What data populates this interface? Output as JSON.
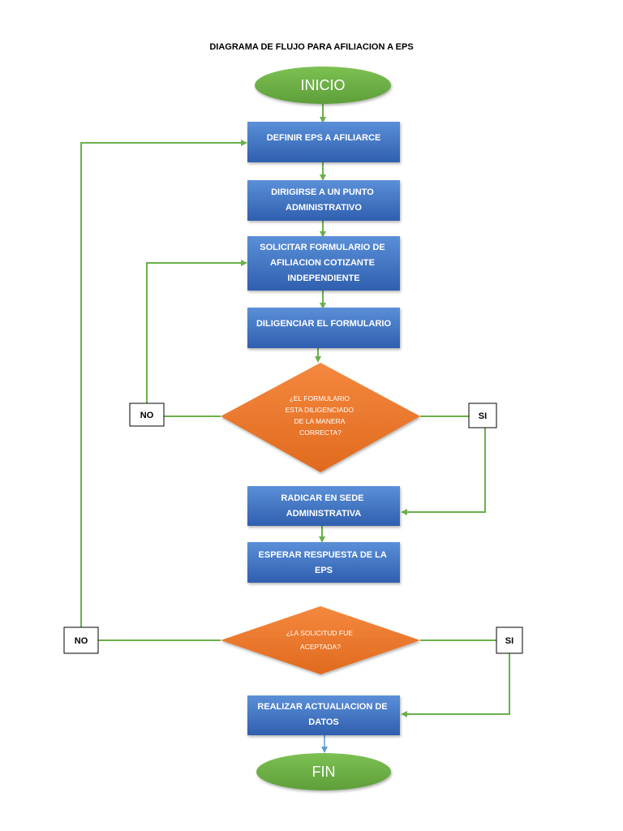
{
  "title": "DIAGRAMA DE FLUJO PARA AFILIACION A EPS",
  "colors": {
    "terminal": "#70ad47",
    "process": "#4472c4",
    "decision": "#ed7d31",
    "connector": "#6ab04c",
    "final_arrow": "#5b9bd5"
  },
  "nodes": {
    "start": "INICIO",
    "step1": [
      "DEFINIR EPS A AFILIARCE"
    ],
    "step2": [
      "DIRIGIRSE A UN PUNTO",
      "ADMINISTRATIVO"
    ],
    "step3": [
      "SOLICITAR FORMULARIO DE",
      "AFILIACION COTIZANTE",
      "INDEPENDIENTE"
    ],
    "step4": [
      "DILIGENCIAR EL FORMULARIO"
    ],
    "decision1": [
      "¿EL FORMULARIO",
      "ESTA DILIGENCIADO",
      "DE LA MANERA",
      "CORRECTA?"
    ],
    "step5": [
      "RADICAR EN SEDE",
      "ADMINISTRATIVA"
    ],
    "step6": [
      "ESPERAR RESPUESTA DE LA",
      "EPS"
    ],
    "decision2": [
      "¿LA SOLICITUD FUE",
      "ACEPTADA?"
    ],
    "step7": [
      "REALIZAR ACTUALIACION DE",
      "DATOS"
    ],
    "end": "FIN"
  },
  "labels": {
    "d1_no": "NO",
    "d1_yes": "SI",
    "d2_no": "NO",
    "d2_yes": "SI"
  }
}
